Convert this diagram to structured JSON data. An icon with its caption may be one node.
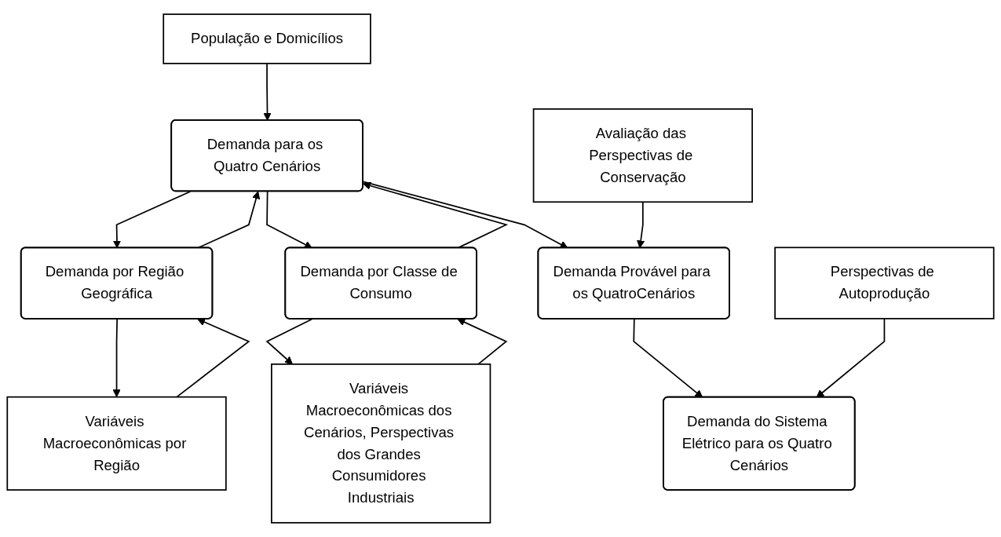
{
  "diagram": {
    "nodes": [
      {
        "text": [
          "População e Domicílios"
        ]
      },
      {
        "text": [
          "Variáveis Macroeconômicas por Região"
        ]
      },
      {
        "text": [
          "Demanda por Região Geográfica"
        ]
      },
      {
        "text": [
          "Demanda para os Quatro Cenários"
        ]
      },
      {
        "text": [
          "Demanda por Classe de Consumo"
        ]
      },
      {
        "text": [
          "Avaliação das Perspectivas de Conservação"
        ]
      },
      {
        "text": [
          "Demanda Provável para os QuatroCenários"
        ]
      },
      {
        "text": [
          "Variáveis Macroeconômicas dos Cenários, Perspectivas dos Grandes Consumidores Industriais"
        ]
      },
      {
        "text": [
          "Perspectivas de Autoprodução"
        ]
      },
      {
        "text": [
          "Demanda do Sistema Elétrico para os Quatro Cenários"
        ]
      }
    ],
    "edges": [
      {
        "from": 0,
        "to": 3,
        "arrow": "to"
      },
      {
        "from": 2,
        "to": 1,
        "arrow": "to"
      },
      {
        "from": 1,
        "to": 2,
        "arrow": "to"
      },
      {
        "from": 3,
        "to": 2,
        "arrow": "to"
      },
      {
        "from": 2,
        "to": 3,
        "arrow": "to"
      },
      {
        "from": 4,
        "to": 3,
        "arrow": "to"
      },
      {
        "from": 3,
        "to": 4,
        "arrow": "to"
      },
      {
        "from": 3,
        "to": 6,
        "arrow": "to"
      },
      {
        "from": 7,
        "to": 4,
        "arrow": "to"
      },
      {
        "from": 4,
        "to": 7,
        "arrow": "to"
      },
      {
        "from": 5,
        "to": 6,
        "arrow": "to"
      },
      {
        "from": 6,
        "to": 9,
        "arrow": "to"
      },
      {
        "from": 8,
        "to": 9,
        "arrow": "to"
      }
    ]
  }
}
